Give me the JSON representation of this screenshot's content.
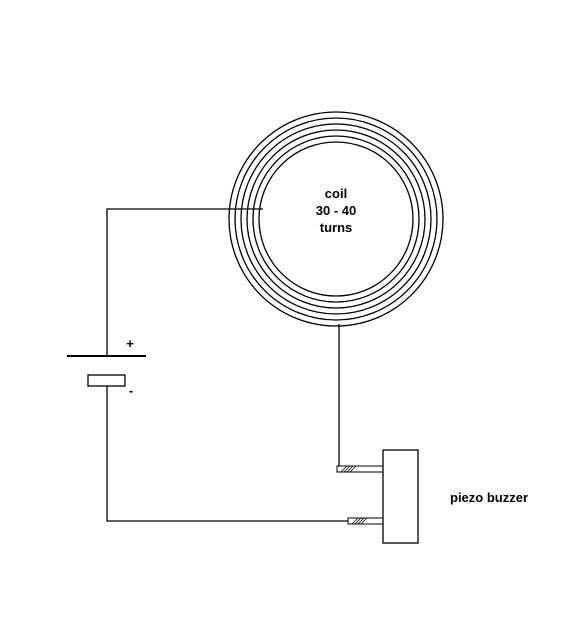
{
  "labels": {
    "coil_line1": "coil",
    "coil_line2": "30 - 40",
    "coil_line3": "turns",
    "battery_plus": "+",
    "battery_minus": "-",
    "buzzer": "piezo buzzer"
  },
  "colors": {
    "line": "#000000",
    "background": "#ffffff"
  }
}
